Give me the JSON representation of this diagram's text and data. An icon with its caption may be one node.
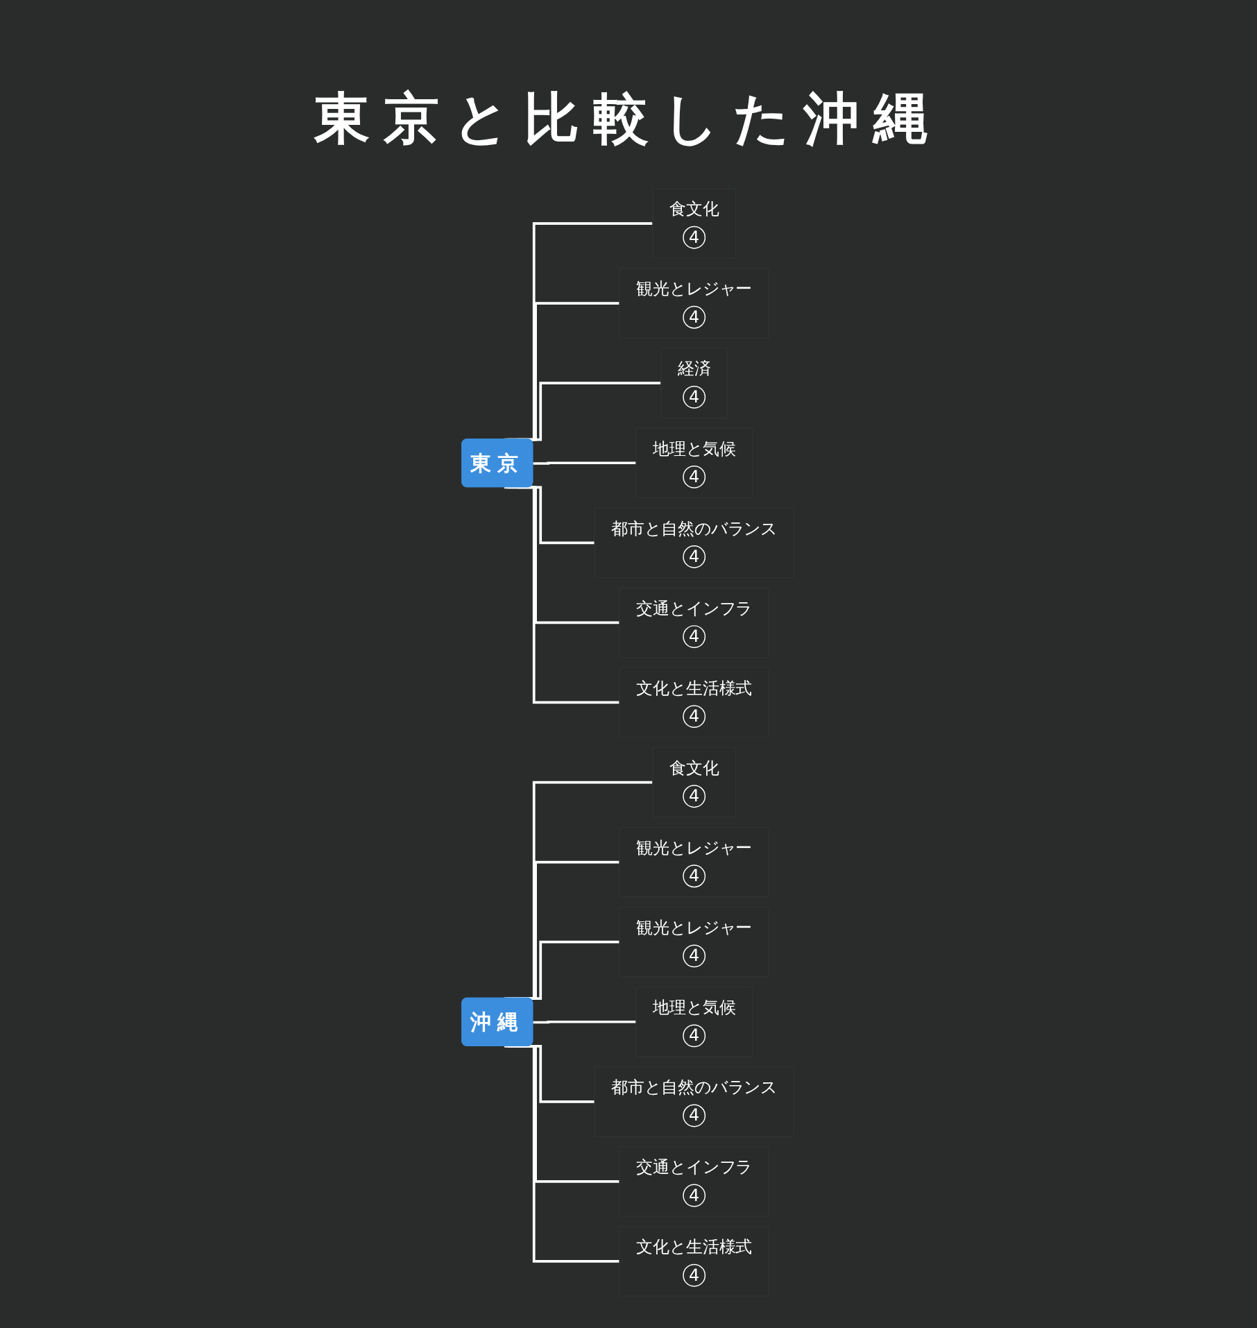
{
  "diagram": {
    "title": "東京と比較した沖縄",
    "nodes": [
      {
        "text": [
          "東京"
        ]
      },
      {
        "text": [
          "食文化",
          "4"
        ]
      },
      {
        "text": [
          "観光とレジャー",
          "4"
        ]
      },
      {
        "text": [
          "経済",
          "4"
        ]
      },
      {
        "text": [
          "地理と気候",
          "4"
        ]
      },
      {
        "text": [
          "都市と自然のバランス",
          "4"
        ]
      },
      {
        "text": [
          "交通とインフラ",
          "4"
        ]
      },
      {
        "text": [
          "文化と生活様式",
          "4"
        ]
      },
      {
        "text": [
          "沖縄"
        ]
      },
      {
        "text": [
          "食文化",
          "4"
        ]
      },
      {
        "text": [
          "観光とレジャー",
          "4"
        ]
      },
      {
        "text": [
          "観光とレジャー",
          "4"
        ]
      },
      {
        "text": [
          "地理と気候",
          "4"
        ]
      },
      {
        "text": [
          "都市と自然のバランス",
          "4"
        ]
      },
      {
        "text": [
          "交通とインフラ",
          "4"
        ]
      },
      {
        "text": [
          "文化と生活様式",
          "4"
        ]
      }
    ],
    "edges": [
      {
        "from": 0,
        "to": 1,
        "arrow": "none"
      },
      {
        "from": 0,
        "to": 2,
        "arrow": "none"
      },
      {
        "from": 0,
        "to": 3,
        "arrow": "none"
      },
      {
        "from": 0,
        "to": 4,
        "arrow": "none"
      },
      {
        "from": 0,
        "to": 5,
        "arrow": "none"
      },
      {
        "from": 0,
        "to": 6,
        "arrow": "none"
      },
      {
        "from": 0,
        "to": 7,
        "arrow": "none"
      },
      {
        "from": 8,
        "to": 9,
        "arrow": "none"
      },
      {
        "from": 8,
        "to": 10,
        "arrow": "none"
      },
      {
        "from": 8,
        "to": 11,
        "arrow": "none"
      },
      {
        "from": 8,
        "to": 12,
        "arrow": "none"
      },
      {
        "from": 8,
        "to": 13,
        "arrow": "none"
      },
      {
        "from": 8,
        "to": 14,
        "arrow": "none"
      },
      {
        "from": 8,
        "to": 15,
        "arrow": "none"
      }
    ]
  }
}
